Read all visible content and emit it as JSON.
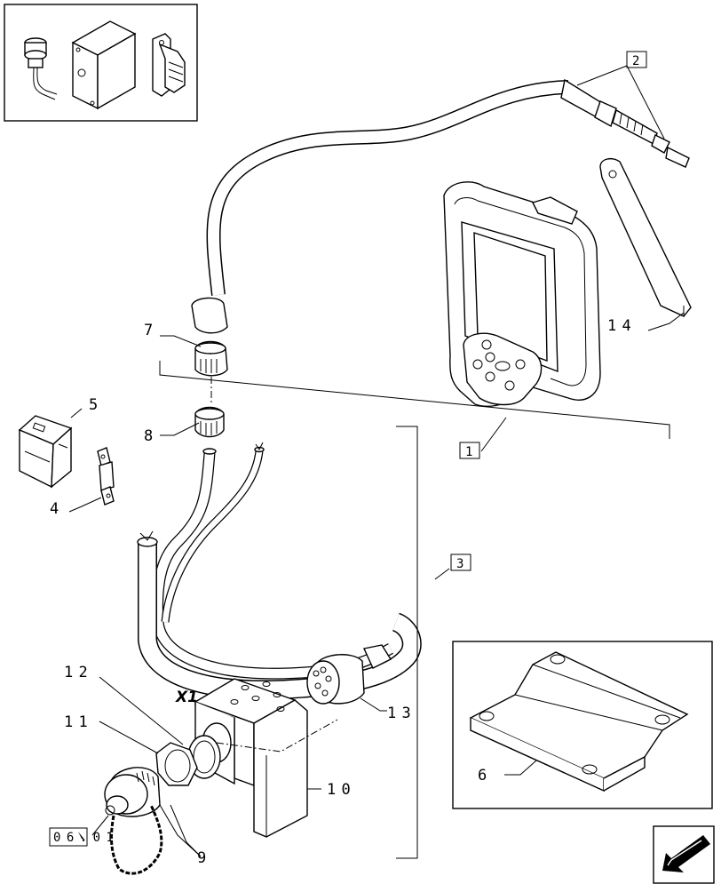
{
  "callouts": {
    "c1": "1",
    "c2": "2",
    "c3": "3",
    "c4": "4",
    "c5": "5",
    "c6": "6",
    "c7": "7",
    "c8": "8",
    "c9": "9",
    "c10": "1 0",
    "c11": "1 1",
    "c12": "1 2",
    "c13": "1 3",
    "c14": "1 4"
  },
  "labels": {
    "connector": "X1",
    "reference": "0 6 . 0 1"
  },
  "icons": {
    "nav": "arrow-down-left-icon",
    "inset": "kit-components-icon"
  }
}
